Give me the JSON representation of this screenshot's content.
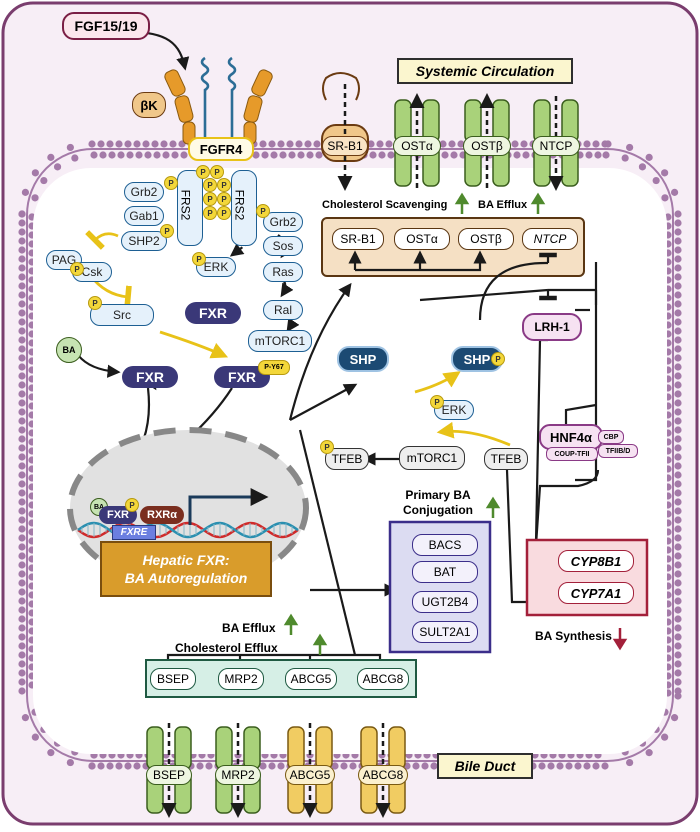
{
  "ligand": "FGF15/19",
  "beta_klotho": "βK",
  "receptor": "FGFR4",
  "systemic_circulation": "Systemic Circulation",
  "bile_duct": "Bile Duct",
  "membrane_transporters": {
    "srb1": "SR-B1",
    "osta": "OSTα",
    "ostb": "OSTβ",
    "ntcp": "NTCP"
  },
  "top_effects": {
    "cholesterol_scavenging": "Cholesterol Scavenging",
    "ba_efflux": "BA Efflux"
  },
  "basolateral_genes": [
    "SR-B1",
    "OSTα",
    "OSTβ",
    "NTCP"
  ],
  "signaling": {
    "grb2_left": "Grb2",
    "gab1": "Gab1",
    "shp2": "SHP2",
    "pag": "PAG",
    "csk": "Csk",
    "src": "Src",
    "frs2_left": "FRS2",
    "frs2_right": "FRS2",
    "grb2_right": "Grb2",
    "sos": "Sos",
    "ras": "Ras",
    "ral": "Ral",
    "mtorc1": "mTORC1",
    "erk_left": "ERK",
    "fxr_mid": "FXR",
    "ba": "BA",
    "fxr_left": "FXR",
    "fxr_phospho": "FXR",
    "phospho_site": "P-Y67",
    "phospho_mark": "P"
  },
  "nuclear": {
    "shp_left": "SHP",
    "shp_right": "SHP",
    "erk": "ERK",
    "tfeb_left": "TFEB",
    "mtorc1": "mTORC1",
    "tfeb_right": "TFEB",
    "lrh1": "LRH-1",
    "hnf4a": "HNF4α",
    "coup_tfii": "COUP-TFII",
    "cbp": "CBP",
    "tfiib": "TFIIB/D"
  },
  "nucleus": {
    "ba": "BA",
    "fxr": "FXR",
    "rxra": "RXRα",
    "fxre": "FXRE",
    "title_line1": "Hepatic FXR:",
    "title_line2": "BA Autoregulation"
  },
  "conjugation": {
    "title_line1": "Primary BA",
    "title_line2": "Conjugation",
    "genes": [
      "BACS",
      "BAT",
      "UGT2B4",
      "SULT2A1"
    ]
  },
  "synthesis": {
    "genes": [
      "CYP8B1",
      "CYP7A1"
    ],
    "label": "BA Synthesis"
  },
  "apical_effects": {
    "ba_efflux": "BA Efflux",
    "cholesterol_efflux": "Cholesterol Efflux"
  },
  "apical_genes": [
    "BSEP",
    "MRP2",
    "ABCG5",
    "ABCG8"
  ],
  "apical_transporters": [
    "BSEP",
    "MRP2",
    "ABCG5",
    "ABCG8"
  ],
  "colors": {
    "membrane": "#a47aa8",
    "cell_border": "#7a3d6e",
    "fxr": "#3a3878",
    "up_arrow": "#4f8a2d",
    "down_arrow": "#a3203a"
  }
}
